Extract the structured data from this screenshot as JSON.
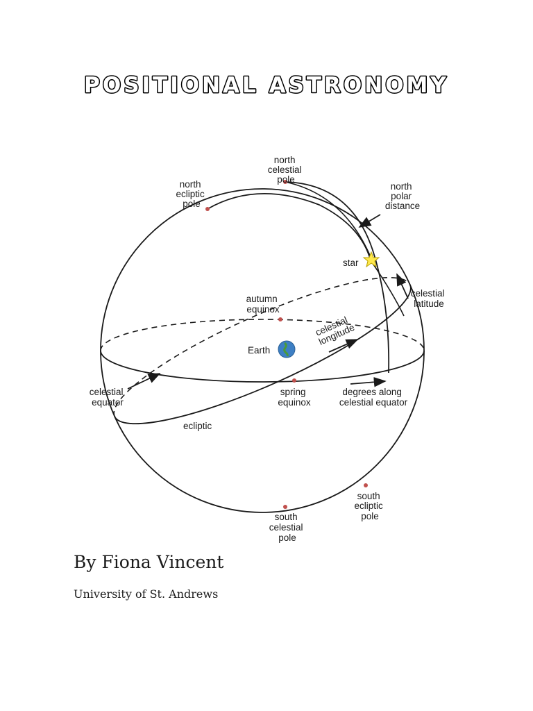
{
  "document": {
    "title": "POSITIONAL ASTRONOMY",
    "author": "By Fiona Vincent",
    "affiliation": "University of St. Andrews"
  },
  "diagram": {
    "labels": {
      "north_celestial_pole": [
        "north",
        "celestial",
        "pole"
      ],
      "north_ecliptic_pole": [
        "north",
        "ecliptic",
        "pole"
      ],
      "north_polar_distance": [
        "north",
        "polar",
        "distance"
      ],
      "star": "star",
      "celestial_latitude": [
        "celestial",
        "latitude"
      ],
      "autumn_equinox": [
        "autumn",
        "equinox"
      ],
      "celestial_longitude": [
        "celestial",
        "longitude"
      ],
      "earth": "Earth",
      "celestial_equator": [
        "celestial",
        "equator"
      ],
      "spring_equinox": [
        "spring",
        "equinox"
      ],
      "degrees_along": [
        "degrees along",
        "celestial equator"
      ],
      "ecliptic": "ecliptic",
      "south_ecliptic_pole": [
        "south",
        "ecliptic",
        "pole"
      ],
      "south_celestial_pole": [
        "south",
        "celestial",
        "pole"
      ]
    },
    "colors": {
      "line": "#1a1a1a",
      "marker": "#c0504d",
      "star": "#ffe94d",
      "earth_ocean": "#3d7fc4",
      "earth_land": "#4a9a3a"
    }
  }
}
